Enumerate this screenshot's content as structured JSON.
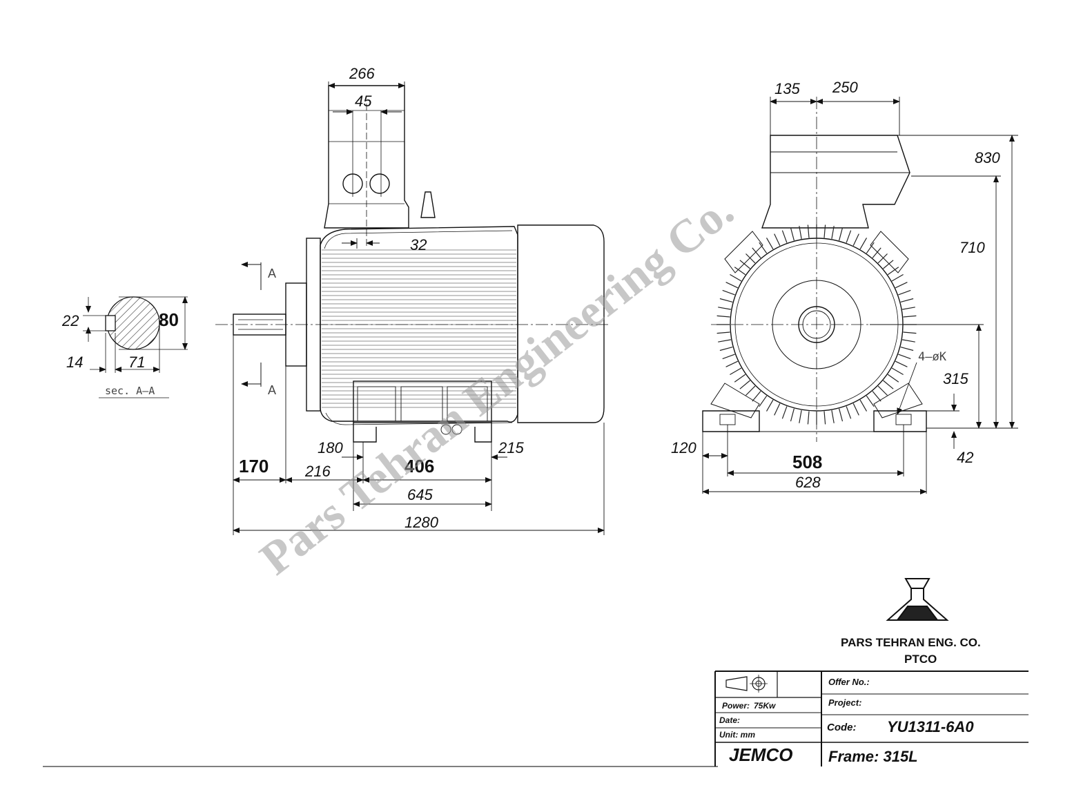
{
  "watermark": "Pars Tehran Engineering Co.",
  "side_view": {
    "dims": {
      "d266": "266",
      "d45": "45",
      "d32": "32",
      "d180": "180",
      "d215": "215",
      "d170": "170",
      "d216": "216",
      "d406": "406",
      "d645": "645",
      "d1280": "1280"
    },
    "section_marks": {
      "top": "A",
      "bottom": "A"
    }
  },
  "shaft_section": {
    "dims": {
      "d22": "22",
      "d80": "80",
      "d14": "14",
      "d71": "71"
    },
    "label": "sec. A–A"
  },
  "end_view": {
    "dims": {
      "d135": "135",
      "d250": "250",
      "d830": "830",
      "d710": "710",
      "hole": "4–øK",
      "d315": "315",
      "d120": "120",
      "d508": "508",
      "d628": "628",
      "d42": "42"
    }
  },
  "title_block": {
    "company_name": "PARS TEHRAN ENG. CO.",
    "company_short": "PTCO",
    "power_label": "Power:",
    "power_value": "75Kw",
    "date_label": "Date:",
    "unit_label": "Unit: mm",
    "manufacturer": "JEMCO",
    "offer_label": "Offer No.:",
    "project_label": "Project:",
    "code_label": "Code:",
    "code_value": "YU1311-6A0",
    "frame_label": "Frame: 315L"
  }
}
